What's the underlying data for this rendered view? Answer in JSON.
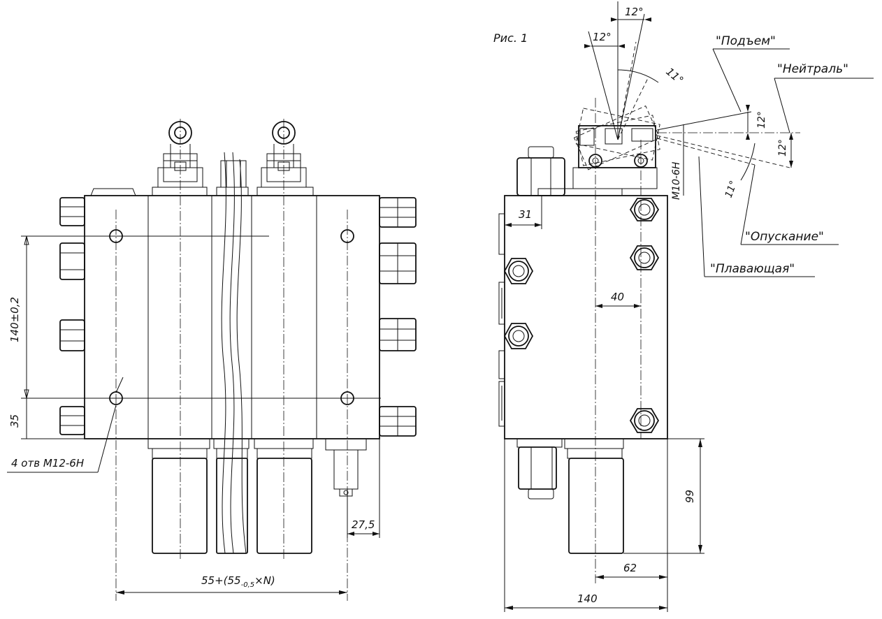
{
  "figure": {
    "caption": "Рис. 1"
  },
  "front_view": {
    "dim_vertical_spacing": "140±0,2",
    "dim_bottom_offset": "35",
    "dim_width": "55+(55",
    "dim_width_sub": "-0,5",
    "dim_width_tail": "×N)",
    "dim_fitting": "27,5",
    "holes_note": "4 отв М12-6Н"
  },
  "side_view": {
    "dim_top_left": "31",
    "dim_mid": "40",
    "dim_height": "99",
    "dim_bottom_inner": "62",
    "dim_total_width": "140",
    "thread_label": "М10-6Н",
    "angles": {
      "top_outer": "12°",
      "top_inner": "12°",
      "arc_upper": "11°",
      "right_upper": "12°",
      "right_lower": "12°",
      "arc_lower": "11°"
    },
    "positions": {
      "lift": "\"Подъем\"",
      "neutral": "\"Нейтраль\"",
      "lower": "\"Опускание\"",
      "float": "\"Плавающая\""
    }
  },
  "colors": {
    "line": "#111111",
    "background": "#ffffff"
  }
}
